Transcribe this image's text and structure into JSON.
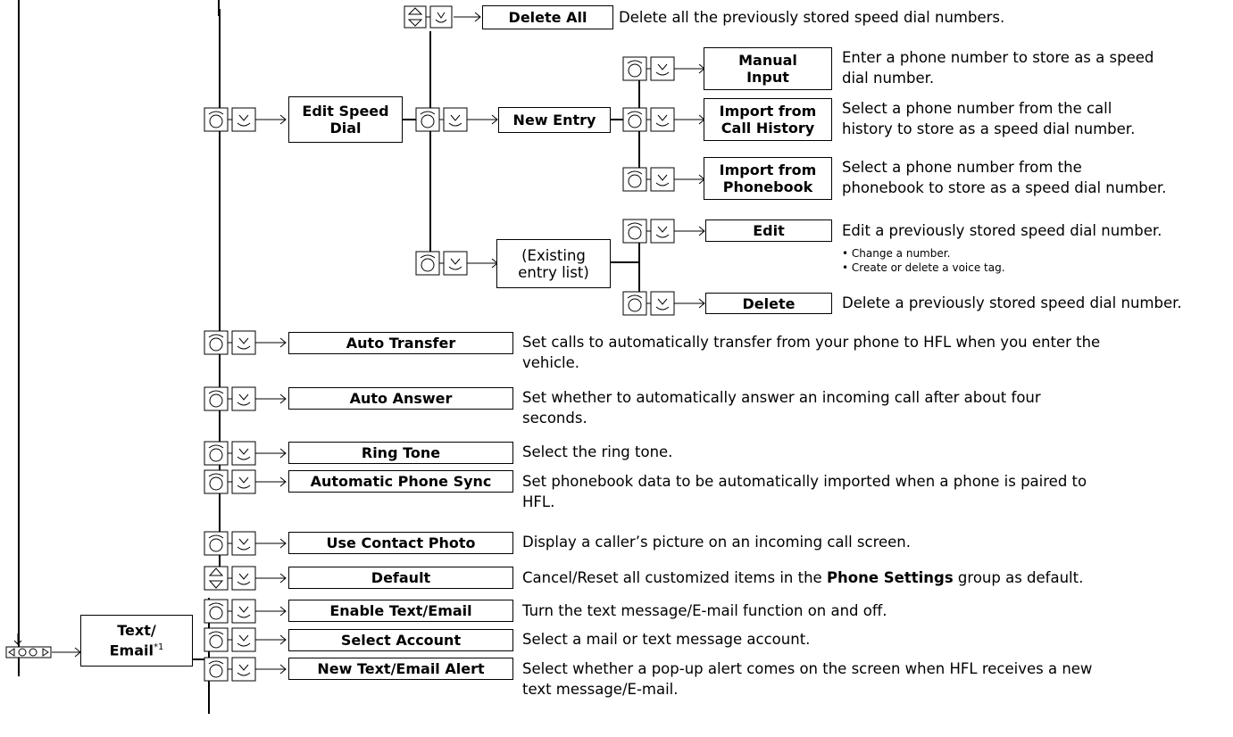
{
  "edit_speed_dial": {
    "label_line1": "Edit Speed",
    "label_line2": "Dial",
    "delete_all": {
      "label": "Delete All",
      "desc": "Delete all the previously stored speed dial numbers."
    },
    "new_entry": {
      "label": "New Entry",
      "manual_input": {
        "label_line1": "Manual",
        "label_line2": "Input",
        "desc": "Enter a phone number to store as a speed\ndial number."
      },
      "import_call_history": {
        "label_line1": "Import from",
        "label_line2": "Call History",
        "desc": "Select a phone number from the call\nhistory to store as a speed dial number."
      },
      "import_phonebook": {
        "label_line1": "Import from",
        "label_line2": "Phonebook",
        "desc": "Select a phone number from the\nphonebook to store as a speed dial number."
      }
    },
    "existing_entry": {
      "label_line1": "(Existing",
      "label_line2": "entry list)",
      "edit": {
        "label": "Edit",
        "desc": "Edit a previously stored speed dial number.",
        "bullets": [
          "Change a number.",
          "Create or delete a voice tag."
        ]
      },
      "delete": {
        "label": "Delete",
        "desc": "Delete a previously stored speed dial number."
      }
    }
  },
  "phone_settings_items": [
    {
      "label": "Auto Transfer",
      "desc": "Set calls to automatically transfer from your phone to HFL when you enter the\nvehicle."
    },
    {
      "label": "Auto Answer",
      "desc": "Set whether to automatically answer an incoming call after about four\nseconds."
    },
    {
      "label": "Ring Tone",
      "desc": "Select the ring tone."
    },
    {
      "label": "Automatic Phone Sync",
      "desc": "Set phonebook data to be automatically imported when a phone is paired to\nHFL."
    },
    {
      "label": "Use Contact Photo",
      "desc": "Display a caller’s picture on an incoming call screen."
    },
    {
      "label": "Default",
      "desc_pre": "Cancel/Reset all customized items in the ",
      "desc_bold": "Phone Settings",
      "desc_post": " group as default."
    }
  ],
  "text_email": {
    "label_line1": "Text/",
    "label_line2": "Email",
    "footnote": "*1",
    "items": [
      {
        "label": "Enable Text/Email",
        "desc": "Turn the text message/E-mail function on and off."
      },
      {
        "label": "Select Account",
        "desc": "Select a mail or text message account."
      },
      {
        "label": "New Text/Email Alert",
        "desc": "Select whether a pop-up alert comes on the screen when HFL receives a new\ntext message/E-mail."
      }
    ]
  },
  "icons": {
    "rotate": "interface-dial-rotate-icon",
    "press": "interface-dial-press-icon",
    "move": "interface-dial-move-up-down-icon",
    "move_lr": "interface-dial-move-left-right-icon"
  }
}
